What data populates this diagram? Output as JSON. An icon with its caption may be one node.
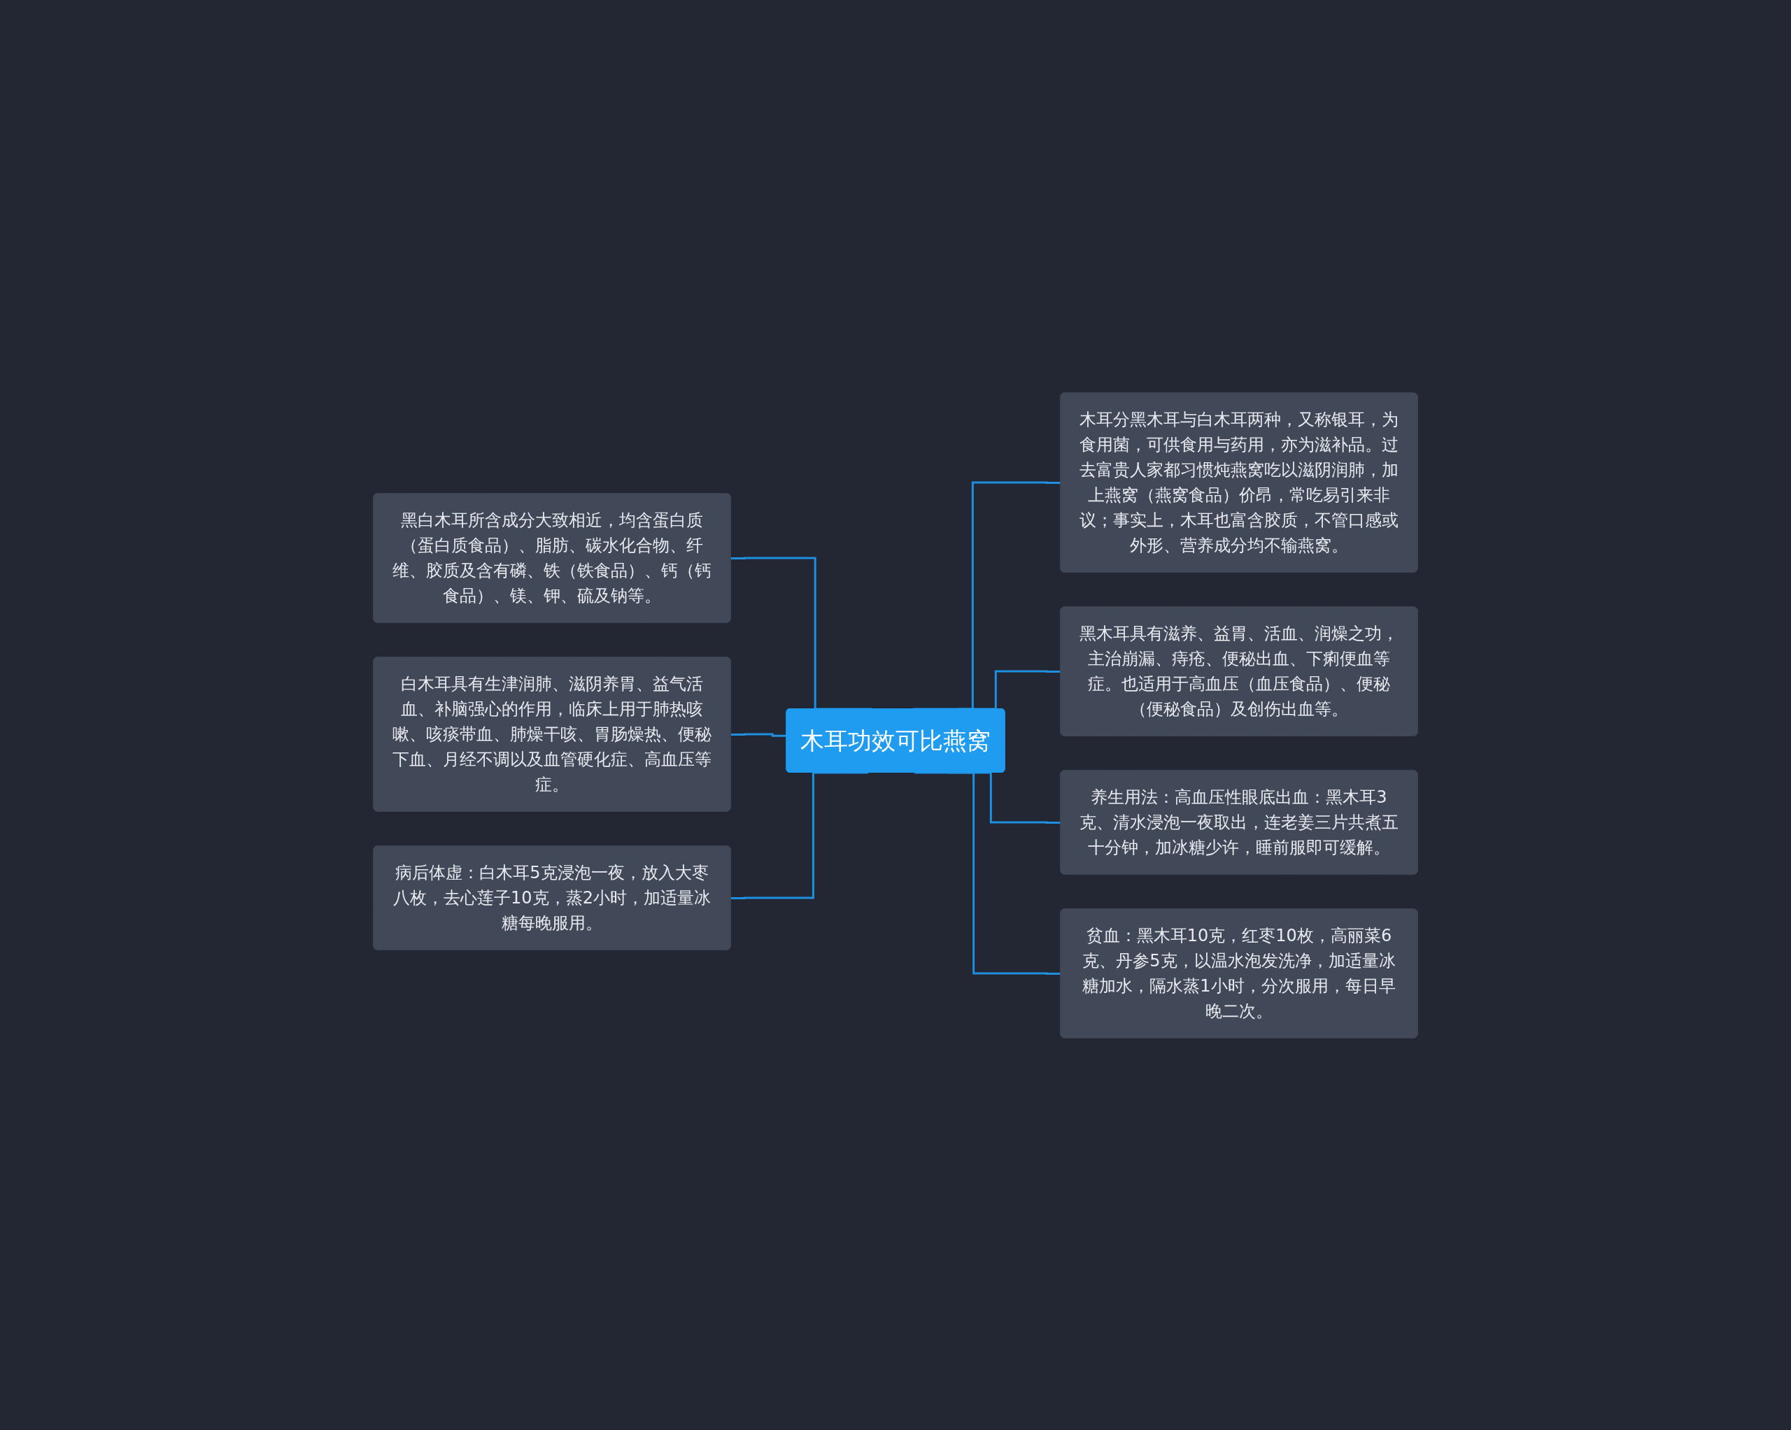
{
  "diagram": {
    "nodes": [
      {
        "text": [
          "木耳功效可比燕窝"
        ]
      },
      {
        "text": [
          "黑白木耳所含成分大致相近，均含蛋白质（蛋白质食品）、脂肪、碳水化合物、纤维、胶质及含有磷、铁（铁食品）、钙（钙食品）、镁、钾、硫及钠等。"
        ]
      },
      {
        "text": [
          "白木耳具有生津润肺、滋阴养胃、益气活血、补脑强心的作用，临床上用于肺热咳嗽、咳痰带血、肺燥干咳、胃肠燥热、便秘下血、月经不调以及血管硬化症、高血压等症。"
        ]
      },
      {
        "text": [
          "病后体虚：白木耳5克浸泡一夜，放入大枣八枚，去心莲子10克，蒸2小时，加适量冰糖每晚服用。"
        ]
      },
      {
        "text": [
          "木耳分黑木耳与白木耳两种，又称银耳，为食用菌，可供食用与药用，亦为滋补品。过去富贵人家都习惯炖燕窝吃以滋阴润肺，加上燕窝（燕窝食品）价昂，常吃易引来非议；事实上，木耳也富含胶质，不管口感或外形、营养成分均不输燕窝。"
        ]
      },
      {
        "text": [
          "黑木耳具有滋养、益胃、活血、润燥之功，主治崩漏、痔疮、便秘出血、下痢便血等症。也适用于高血压（血压食品）、便秘（便秘食品）及创伤出血等。"
        ]
      },
      {
        "text": [
          "养生用法：高血压性眼底出血：黑木耳3克、清水浸泡一夜取出，连老姜三片共煮五十分钟，加冰糖少许，睡前服即可缓解。"
        ]
      },
      {
        "text": [
          "贫血：黑木耳10克，红枣10枚，高丽菜6克、丹参5克，以温水泡发洗净，加适量冰糖加水，隔水蒸1小时，分次服用，每日早晚二次。"
        ]
      }
    ],
    "edges": [
      {
        "from": 1,
        "to": 0,
        "arrow": "none"
      },
      {
        "from": 2,
        "to": 0,
        "arrow": "none"
      },
      {
        "from": 3,
        "to": 0,
        "arrow": "none"
      },
      {
        "from": 0,
        "to": 4,
        "arrow": "none"
      },
      {
        "from": 0,
        "to": 5,
        "arrow": "none"
      },
      {
        "from": 0,
        "to": 6,
        "arrow": "none"
      },
      {
        "from": 0,
        "to": 7,
        "arrow": "none"
      }
    ]
  }
}
